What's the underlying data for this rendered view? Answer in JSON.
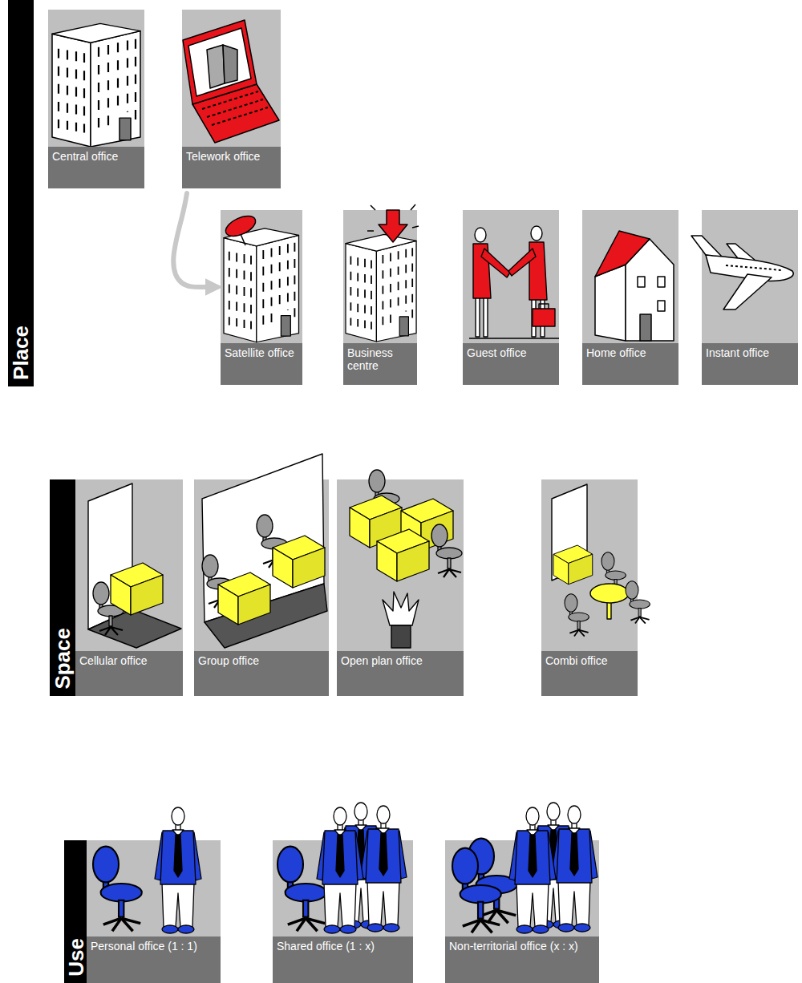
{
  "diagram": {
    "nodes": [
      {
        "text": [
          "Place"
        ]
      },
      {
        "text": [
          "Central office"
        ]
      },
      {
        "text": [
          "Telework office"
        ]
      },
      {
        "text": [
          "Satellite office"
        ]
      },
      {
        "text": [
          "Business centre"
        ]
      },
      {
        "text": [
          "Guest office"
        ]
      },
      {
        "text": [
          "Home office"
        ]
      },
      {
        "text": [
          "Instant office"
        ]
      },
      {
        "text": [
          "Space"
        ]
      },
      {
        "text": [
          "Cellular office"
        ]
      },
      {
        "text": [
          "Group office"
        ]
      },
      {
        "text": [
          "Open plan office"
        ]
      },
      {
        "text": [
          "Combi office"
        ]
      },
      {
        "text": [
          "Use"
        ]
      },
      {
        "text": [
          "Personal office (1 : 1)"
        ]
      },
      {
        "text": [
          "Shared office (1 : x)"
        ]
      },
      {
        "text": [
          "Non-territorial office (x : x)"
        ]
      }
    ],
    "edges": [
      {
        "from": 2,
        "to": 3,
        "arrow": "to"
      }
    ]
  }
}
